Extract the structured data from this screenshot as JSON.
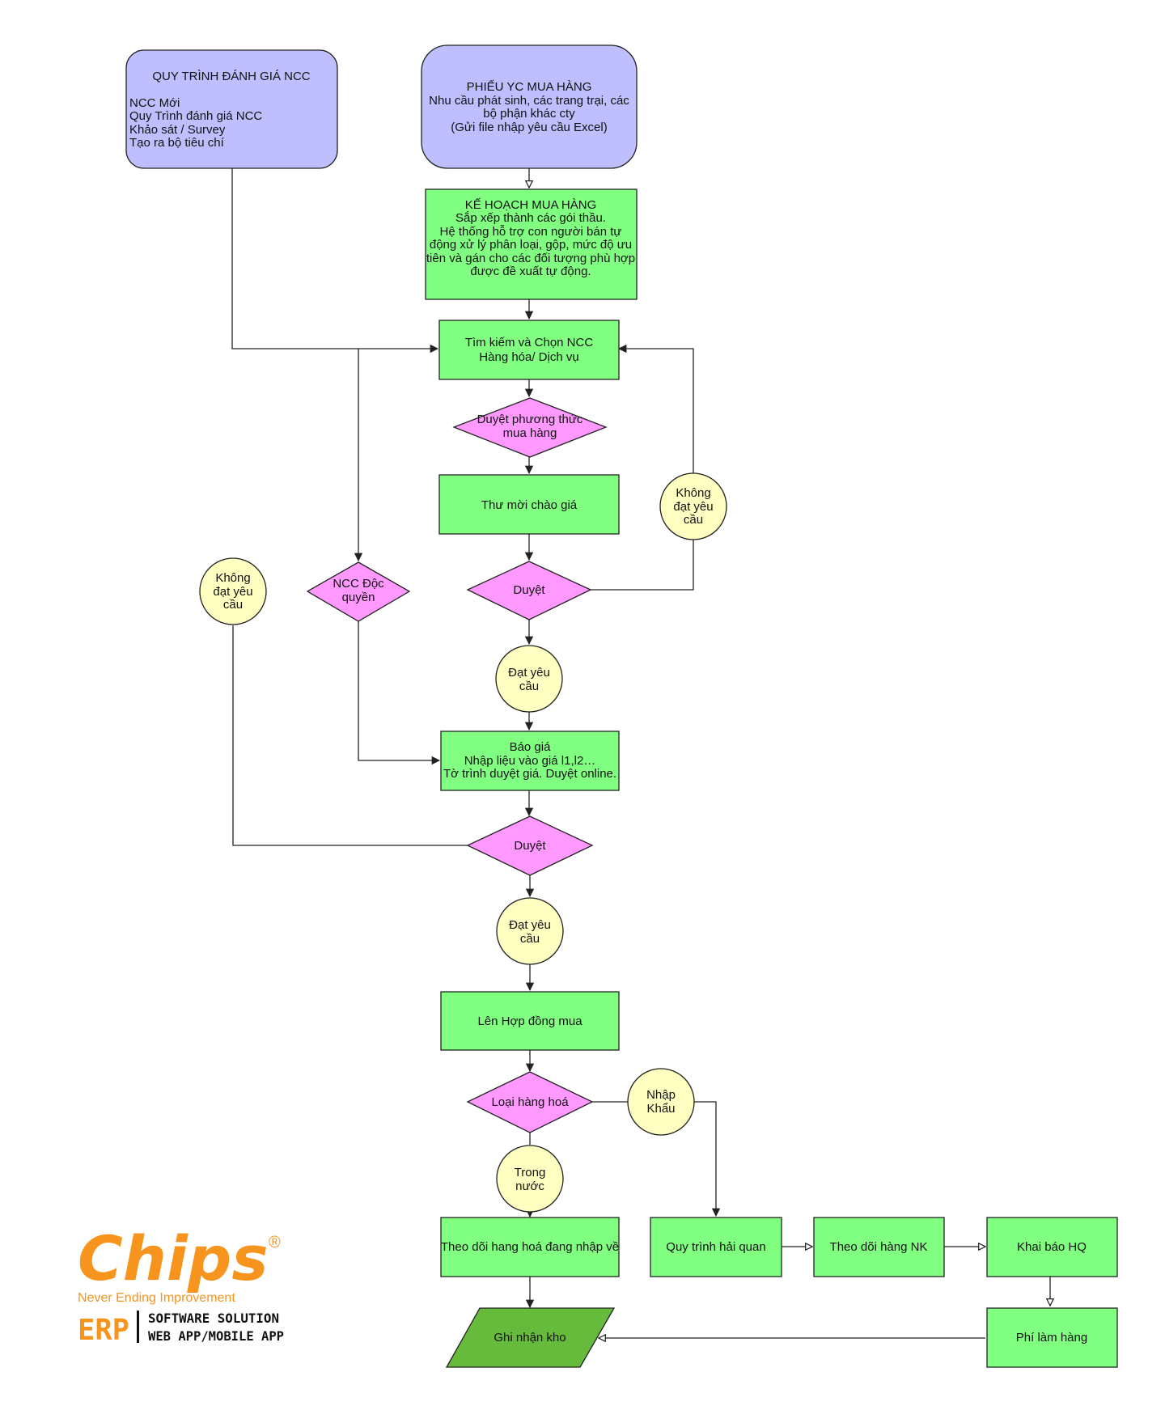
{
  "colors": {
    "start_fill": "#bfbfff",
    "process_fill": "#80ff80",
    "decision_fill": "#ff99ff",
    "status_fill": "#ffffc2",
    "io_fill": "#66bb3c",
    "stroke": "#222222",
    "logo_orange": "#f7941d"
  },
  "nodes": {
    "eval_process": {
      "title": "QUY TRÌNH ĐÁNH GIÁ NCC",
      "lines": [
        "NCC Mới",
        "Quy Trình đánh giá NCC",
        "Khảo sát / Survey",
        "Tạo ra bộ tiêu chí"
      ]
    },
    "purchase_request": {
      "lines": [
        "PHIẾU YC MUA HÀNG",
        "Nhu cầu phát sinh, các trang trại, các",
        "bộ phận khác cty",
        "(Gửi file nhập yêu cầu Excel)"
      ]
    },
    "purchase_plan": {
      "lines": [
        "KẾ HOẠCH MUA HÀNG",
        "Sắp xếp thành các gói thầu.",
        "Hệ thống hỗ trợ con người bán tự",
        "động xử lý phân loại, gộp, mức độ ưu",
        "tiên và gán cho các đối tượng phù hợp",
        "được đề xuất tự động."
      ]
    },
    "search_supplier": {
      "lines": [
        "Tìm kiếm và Chọn NCC",
        "Hàng hóa/ Dịch vụ"
      ]
    },
    "approve_method": {
      "lines": [
        "Duyệt phương thức",
        "mua hàng"
      ]
    },
    "invitation": {
      "lines": [
        "Thư mời chào giá"
      ]
    },
    "approve_1": {
      "lines": [
        "Duyệt"
      ]
    },
    "fail_1": {
      "lines": [
        "Không",
        "đạt yêu",
        "cầu"
      ]
    },
    "fail_2": {
      "lines": [
        "Không",
        "đạt yêu",
        "cầu"
      ]
    },
    "exclusive_supplier": {
      "lines": [
        "NCC Độc",
        "quyền"
      ]
    },
    "pass_1": {
      "lines": [
        "Đạt yêu",
        "cầu"
      ]
    },
    "quotation": {
      "lines": [
        "Báo giá",
        "Nhập liệu vào giá l1,l2…",
        "Tờ trình duyệt giá. Duyệt online."
      ]
    },
    "approve_2": {
      "lines": [
        "Duyệt"
      ]
    },
    "pass_2": {
      "lines": [
        "Đạt yêu",
        "cầu"
      ]
    },
    "contract": {
      "lines": [
        "Lên Hợp đồng mua"
      ]
    },
    "goods_type": {
      "lines": [
        "Loại hàng hoá"
      ]
    },
    "import": {
      "lines": [
        "Nhập",
        "Khẩu"
      ]
    },
    "domestic": {
      "lines": [
        "Trong",
        "nước"
      ]
    },
    "track_incoming": {
      "lines": [
        "Theo dõi hang hoá đang nhập về"
      ]
    },
    "customs_process": {
      "lines": [
        "Quy trình hải quan"
      ]
    },
    "track_import": {
      "lines": [
        "Theo dõi hàng NK"
      ]
    },
    "customs_declare": {
      "lines": [
        "Khai báo HQ"
      ]
    },
    "handling_fee": {
      "lines": [
        "Phí làm hàng"
      ]
    },
    "warehouse_record": {
      "lines": [
        "Ghi nhận kho"
      ]
    }
  },
  "logo": {
    "brand": "Chips",
    "registered": "®",
    "tagline": "Never Ending Improvement",
    "erp": "ERP",
    "line1": "SOFTWARE SOLUTION",
    "line2": "WEB APP/MOBILE APP"
  }
}
